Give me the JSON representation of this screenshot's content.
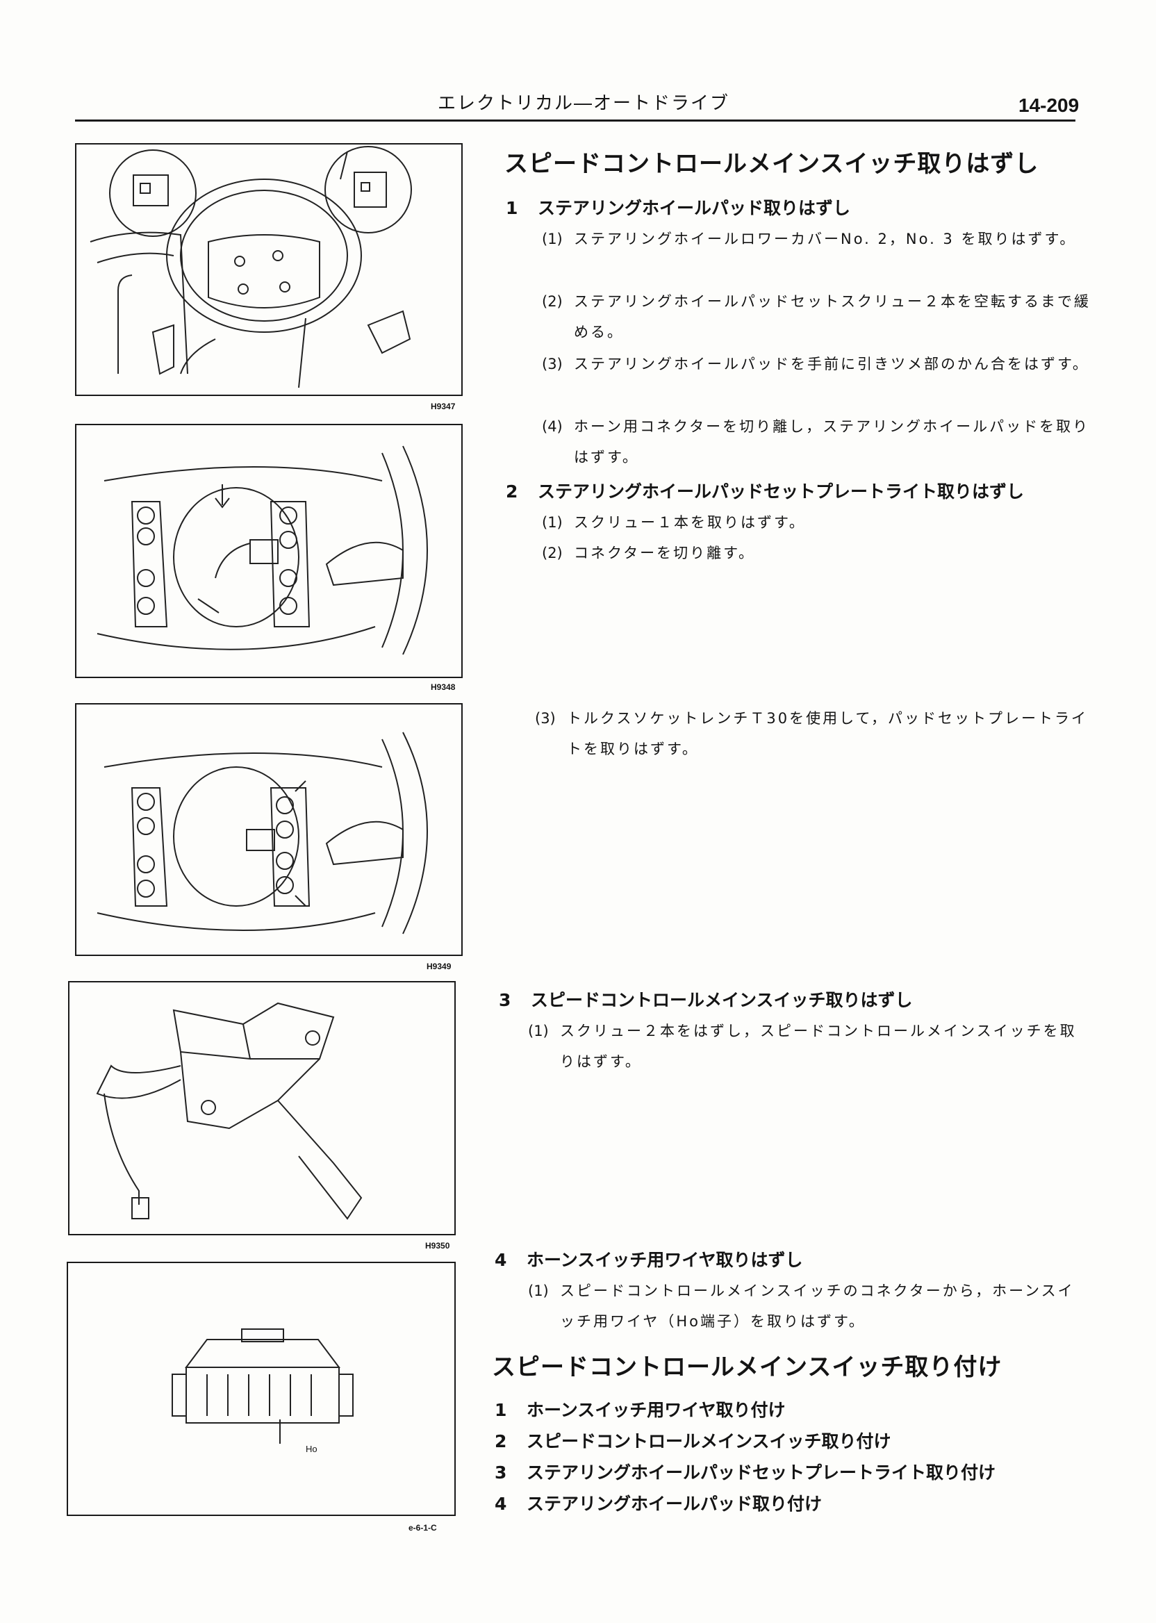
{
  "header": {
    "title": "エレクトリカル―オートドライブ",
    "page": "14-209"
  },
  "figures": [
    {
      "code": "H9347",
      "icon": "steering-wheel-pad-icon"
    },
    {
      "code": "H9348",
      "icon": "pad-set-plate-icon"
    },
    {
      "code": "H9349",
      "icon": "pad-set-plate-screws-icon"
    },
    {
      "code": "H9350",
      "icon": "speed-control-switch-icon"
    },
    {
      "code": "e-6-1-C",
      "icon": "connector-icon",
      "label": "Ho"
    }
  ],
  "removal": {
    "title": "スピードコントロールメインスイッチ取りはずし",
    "steps": [
      {
        "num": "1",
        "title": "ステアリングホイールパッド取りはずし",
        "subs": [
          {
            "num": "(1)",
            "text": "ステアリングホイールロワーカバーNo. 2，No. 3 を取りはずす。"
          },
          {
            "num": "(2)",
            "text": "ステアリングホイールパッドセットスクリュー２本を空転するまで緩める。"
          },
          {
            "num": "(3)",
            "text": "ステアリングホイールパッドを手前に引きツメ部のかん合をはずす。"
          },
          {
            "num": "(4)",
            "text": "ホーン用コネクターを切り離し，ステアリングホイールパッドを取りはずす。"
          }
        ]
      },
      {
        "num": "2",
        "title": "ステアリングホイールパッドセットプレートライト取りはずし",
        "subs": [
          {
            "num": "(1)",
            "text": "スクリュー１本を取りはずす。"
          },
          {
            "num": "(2)",
            "text": "コネクターを切り離す。"
          },
          {
            "num": "(3)",
            "text": "トルクスソケットレンチＴ30を使用して，パッドセットプレートライトを取りはずす。"
          }
        ]
      },
      {
        "num": "3",
        "title": "スピードコントロールメインスイッチ取りはずし",
        "subs": [
          {
            "num": "(1)",
            "text": "スクリュー２本をはずし，スピードコントロールメインスイッチを取りはずす。"
          }
        ]
      },
      {
        "num": "4",
        "title": "ホーンスイッチ用ワイヤ取りはずし",
        "subs": [
          {
            "num": "(1)",
            "text": "スピードコントロールメインスイッチのコネクターから，ホーンスイッチ用ワイヤ（Ho端子）を取りはずす。"
          }
        ]
      }
    ]
  },
  "install": {
    "title": "スピードコントロールメインスイッチ取り付け",
    "steps": [
      {
        "num": "1",
        "title": "ホーンスイッチ用ワイヤ取り付け"
      },
      {
        "num": "2",
        "title": "スピードコントロールメインスイッチ取り付け"
      },
      {
        "num": "3",
        "title": "ステアリングホイールパッドセットプレートライト取り付け"
      },
      {
        "num": "4",
        "title": "ステアリングホイールパッド取り付け"
      }
    ]
  }
}
